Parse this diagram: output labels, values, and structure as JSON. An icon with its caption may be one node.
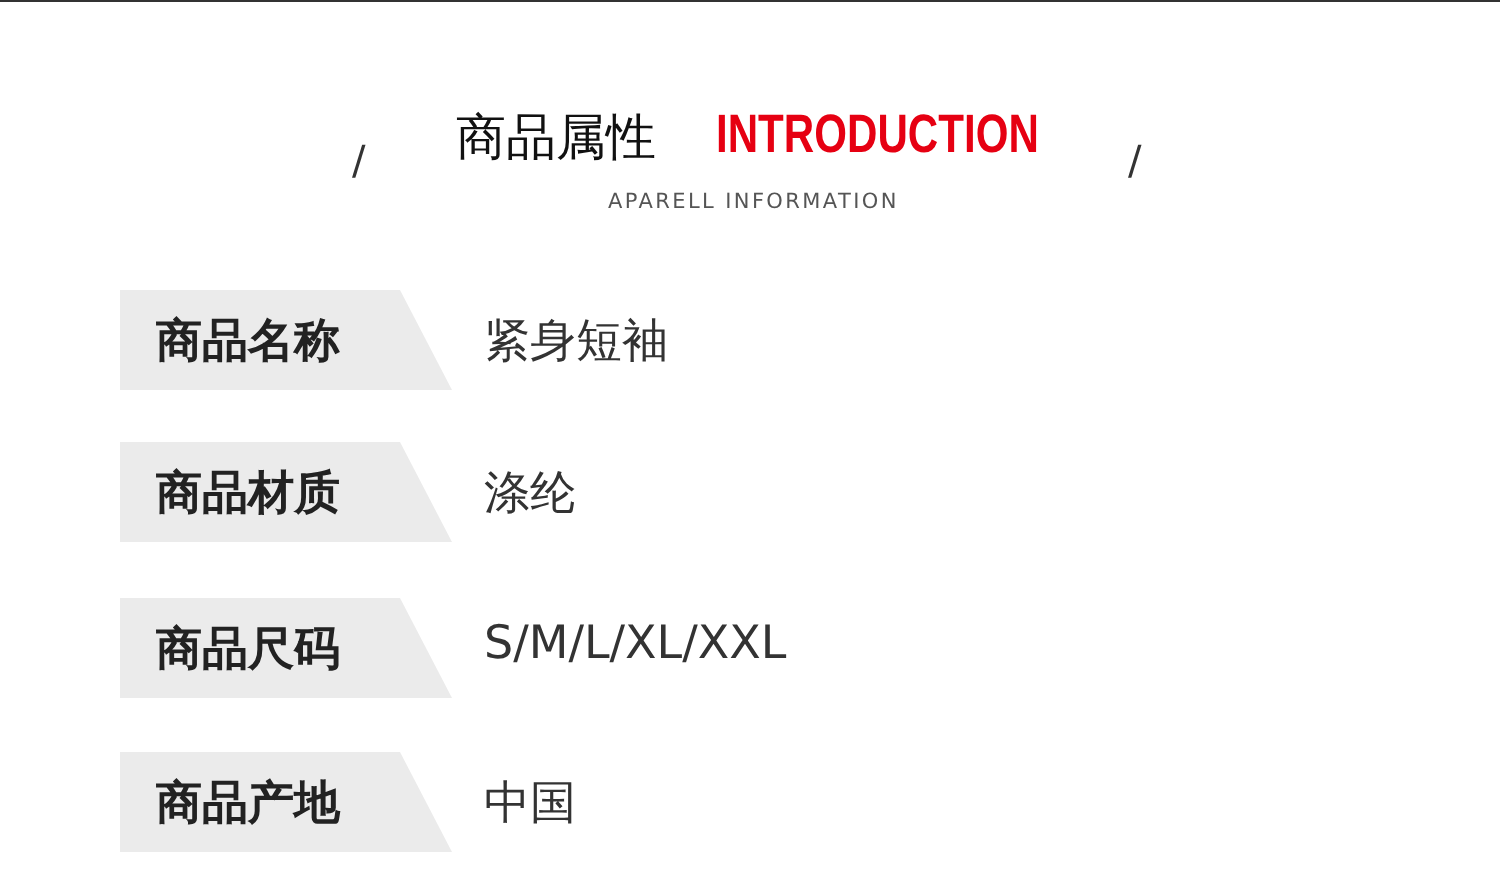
{
  "diagram": {
    "nodes": [
      {
        "text": [
          "商品名称"
        ],
        "beside": [
          "紧身短袖"
        ]
      },
      {
        "text": [
          "商品材质"
        ],
        "beside": [
          "涤纶"
        ]
      },
      {
        "text": [
          "商品尺码"
        ],
        "beside": [
          "S/M/L/XL/XXL"
        ]
      },
      {
        "text": [
          "商品产地"
        ],
        "beside": [
          "中国"
        ]
      }
    ],
    "labels": [
      "/",
      "商品属性",
      "INTRODUCTION",
      "/",
      "APARELL INFORMATION"
    ]
  }
}
